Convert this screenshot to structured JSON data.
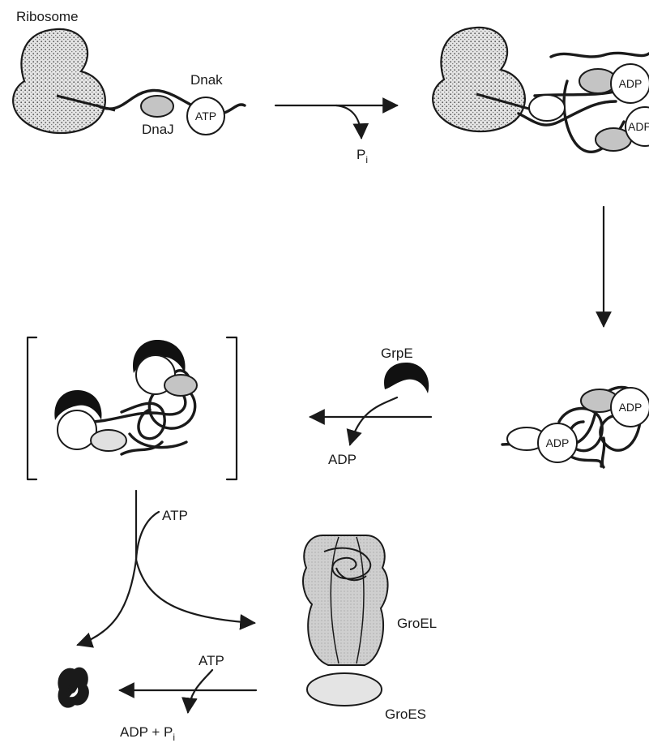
{
  "labels": {
    "ribosome": "Ribosome",
    "dnak": "Dnak",
    "dnaj": "DnaJ",
    "atp": "ATP",
    "adp": "ADP",
    "pi_main": "P",
    "pi_sub": "i",
    "grpe": "GrpE",
    "groel": "GroEL",
    "groes": "GroES",
    "adp_plus": "ADP + P"
  },
  "colors": {
    "ink": "#1a1a1a",
    "dnaj_fill": "#c4c4c4",
    "grpe_fill": "#111111",
    "ribosome_dots": "#555555"
  }
}
